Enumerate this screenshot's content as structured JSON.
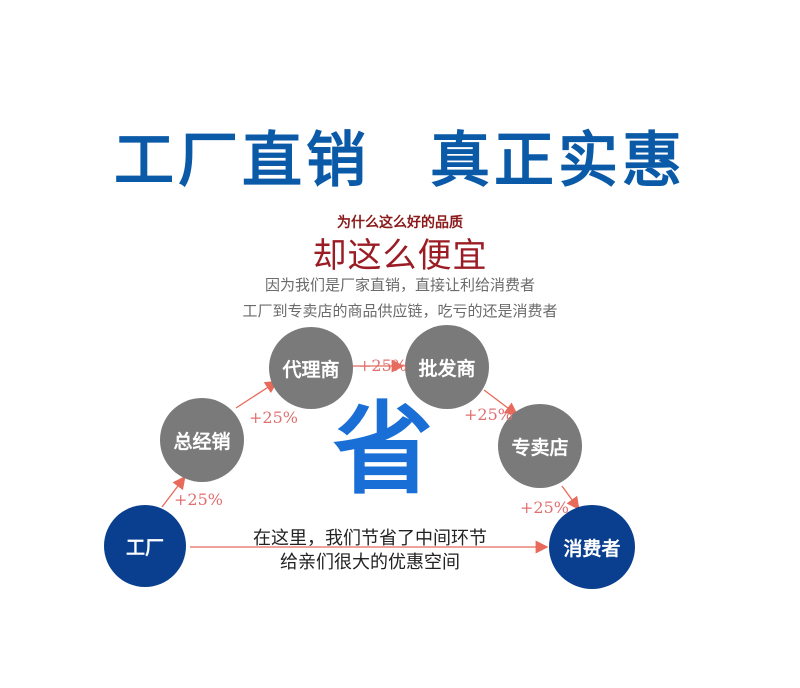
{
  "headline": {
    "left": "工厂直销",
    "right": "真正实惠"
  },
  "subtitle": {
    "small": "为什么这么好的品质",
    "big": "却这么便宜"
  },
  "explain": {
    "line1": "因为我们是厂家直销，直接让利给消费者",
    "line2": "工厂到专卖店的商品供应链，吃亏的还是消费者"
  },
  "chain": {
    "nodes": [
      {
        "id": "factory",
        "label": "工厂"
      },
      {
        "id": "distributor",
        "label": "总经销"
      },
      {
        "id": "agent",
        "label": "代理商"
      },
      {
        "id": "wholesaler",
        "label": "批发商"
      },
      {
        "id": "store",
        "label": "专卖店"
      },
      {
        "id": "consumer",
        "label": "消费者"
      }
    ],
    "markups": [
      "+25%",
      "+25%",
      "+25%",
      "+25%",
      "+25%"
    ]
  },
  "center_char": "省",
  "message": {
    "line1": "在这里，我们节省了中间环节",
    "line2": "给亲们很大的优惠空间"
  },
  "colors": {
    "headline": "#0a5aa8",
    "accent_red": "#9b1c24",
    "node_grey": "#7a7a7a",
    "node_blue": "#0a3f8f",
    "markup": "#e07070",
    "center_char": "#1a6fd6"
  }
}
